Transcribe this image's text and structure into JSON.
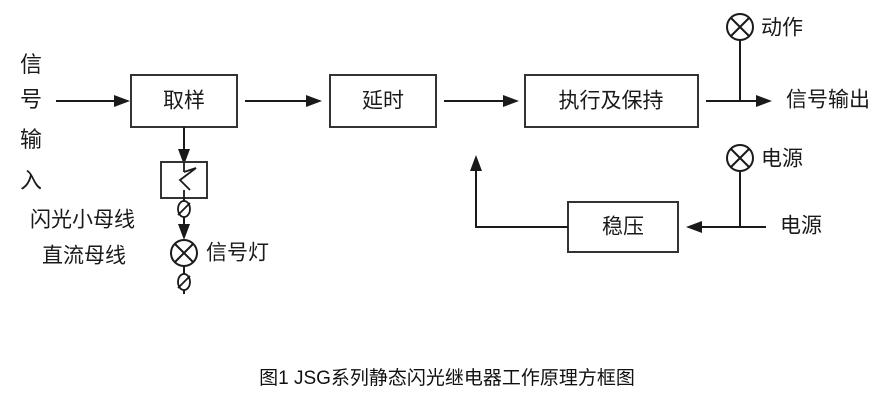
{
  "figure": {
    "caption": "图1  JSG系列静态闪光继电器工作原理方框图",
    "background_color": "#ffffff",
    "line_color": "#1a1a1a",
    "box_stroke_color": "#333333",
    "text_color": "#1a1a1a"
  },
  "input": {
    "vertical_label_chars": [
      "信",
      "号",
      "输",
      "入"
    ],
    "vertical_label_text": "信号输入"
  },
  "blocks": [
    {
      "id": "sampling",
      "label": "取样"
    },
    {
      "id": "delay",
      "label": "延时"
    },
    {
      "id": "execute_hold",
      "label": "执行及保持"
    },
    {
      "id": "voltage_regulator",
      "label": "稳压"
    }
  ],
  "bus_labels": [
    {
      "id": "flash_bus",
      "label": "闪光小母线"
    },
    {
      "id": "dc_bus",
      "label": "直流母线"
    }
  ],
  "lamps": [
    {
      "id": "signal-lamp",
      "label": "信号灯",
      "symbol": "crossed-circle"
    },
    {
      "id": "action-lamp",
      "label": "动作",
      "symbol": "crossed-circle"
    },
    {
      "id": "power-lamp",
      "label": "电源",
      "symbol": "crossed-circle"
    }
  ],
  "outputs": [
    {
      "id": "signal-output",
      "label": "信号输出"
    }
  ],
  "power": [
    {
      "id": "power-input",
      "label": "电源"
    }
  ],
  "symbols": {
    "terminal": "ø",
    "relay_contact": "normally-open-contact"
  }
}
